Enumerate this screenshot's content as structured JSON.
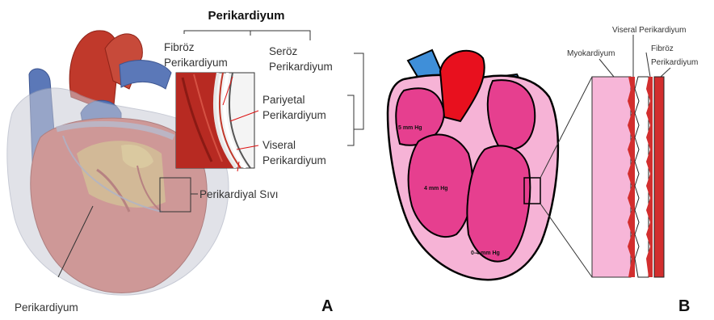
{
  "panel_a": {
    "title": "Perikardiyum",
    "label_fibroz_1": "Fibröz",
    "label_fibroz_2": "Perikardiyum",
    "label_seroz_1": "Seröz",
    "label_seroz_2": "Perikardiyum",
    "label_pariyetal_1": "Pariyetal",
    "label_pariyetal_2": "Perikardiyum",
    "label_viseral_1": "Viseral",
    "label_viseral_2": "Perikardiyum",
    "label_sivi": "Perikardiyal Sıvı",
    "label_perikardiyum_bottom": "Perikardiyum",
    "panel_letter": "A"
  },
  "panel_b": {
    "label_viseral": "Viseral Perikardiyum",
    "label_myokardiyum": "Myokardiyum",
    "label_fibroz_1": "Fibröz",
    "label_fibroz_2": "Perikardiyum",
    "pressure_top": "5 mm Hg",
    "pressure_mid": "4 mm Hg",
    "pressure_bottom": "0-4 mm Hg",
    "panel_letter": "B"
  },
  "colors": {
    "heart_red": "#c0392b",
    "heart_blue": "#5b78b8",
    "pericardium_pink": "#f6b3d6",
    "chamber_magenta": "#e63f8f",
    "vessel_blue": "#3f8fd9"
  }
}
